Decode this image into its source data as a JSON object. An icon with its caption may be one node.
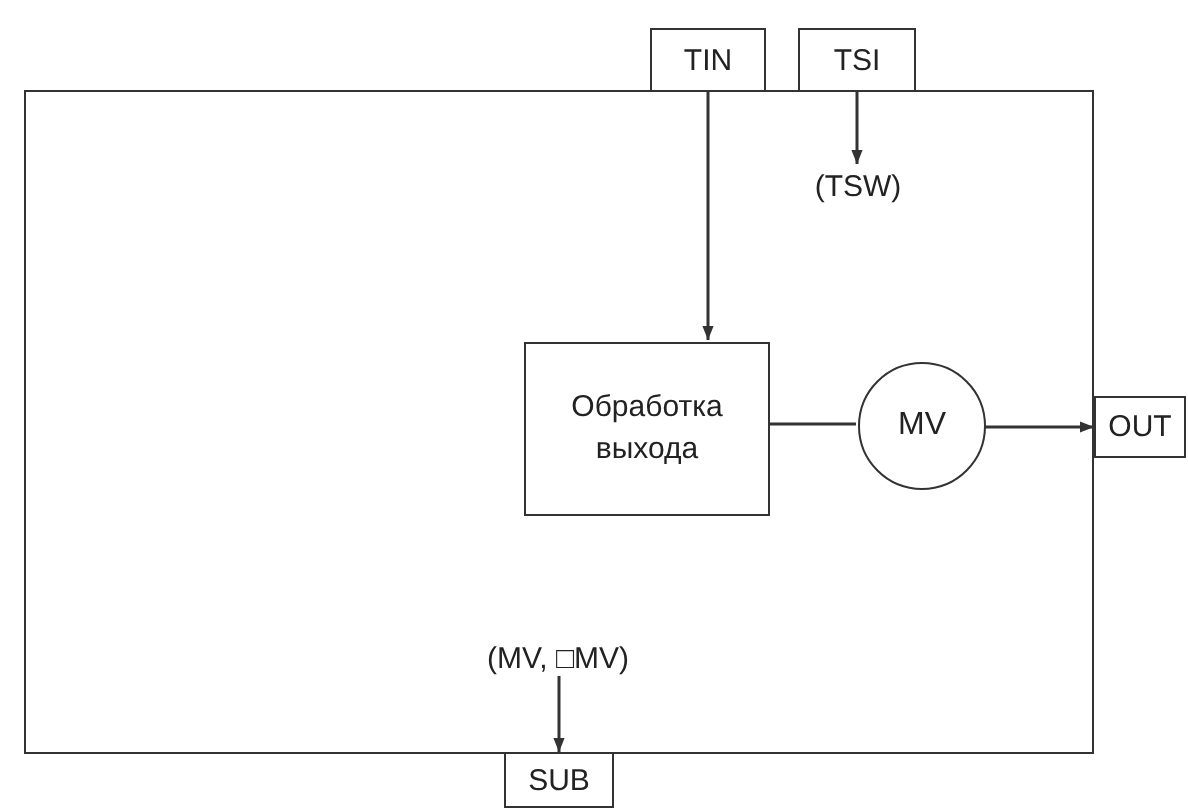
{
  "diagram": {
    "nodes": [
      {
        "text": [],
        "shape": "box"
      },
      {
        "text": [
          "TIN"
        ]
      },
      {
        "text": [
          "TSI"
        ]
      },
      {
        "text": [
          "(TSW)"
        ],
        "in": 0
      },
      {
        "text": [
          "Обработка выхода"
        ],
        "in": 0
      },
      {
        "text": [
          "MV"
        ],
        "in": 0
      },
      {
        "text": [
          "OUT"
        ]
      },
      {
        "text": [
          "(MV, □MV)"
        ],
        "in": 0
      },
      {
        "text": [
          "SUB"
        ]
      }
    ],
    "edges": [
      {
        "from": 1,
        "to": 4,
        "arrow": "to"
      },
      {
        "from": 2,
        "to": 3,
        "arrow": "to"
      },
      {
        "from": 4,
        "to": 5,
        "arrow": "none"
      },
      {
        "from": 5,
        "to": 6,
        "arrow": "to"
      },
      {
        "from": 7,
        "to": 8,
        "arrow": "to"
      }
    ]
  }
}
